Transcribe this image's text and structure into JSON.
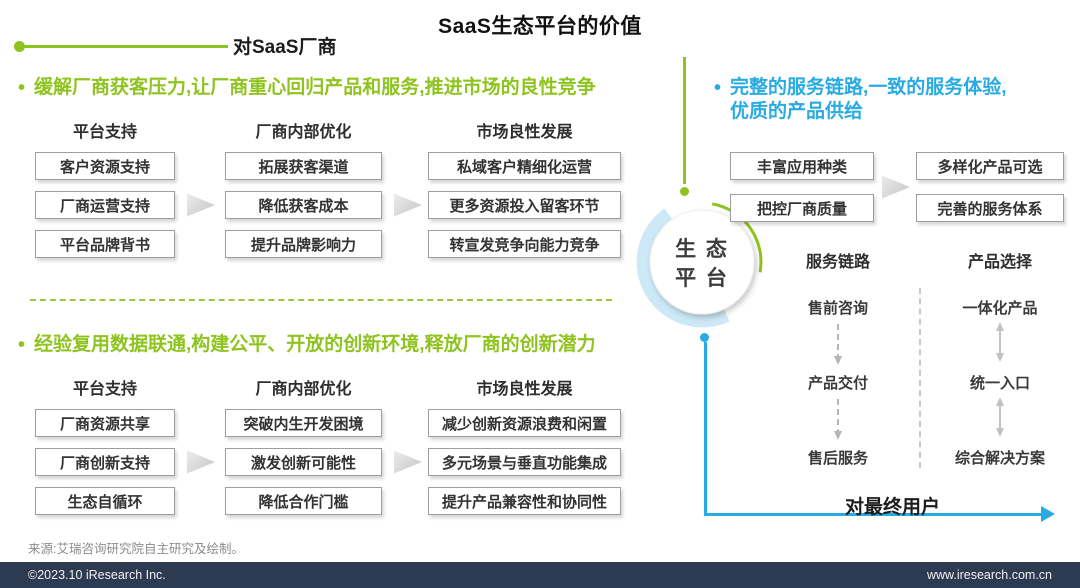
{
  "title": "SaaS生态平台的价值",
  "vendor_section": {
    "label": "对SaaS厂商",
    "groups": [
      {
        "headline": "缓解厂商获客压力,让厂商重心回归产品和服务,推进市场的良性竞争",
        "columns": [
          {
            "header": "平台支持",
            "items": [
              "客户资源支持",
              "厂商运营支持",
              "平台品牌背书"
            ]
          },
          {
            "header": "厂商内部优化",
            "items": [
              "拓展获客渠道",
              "降低获客成本",
              "提升品牌影响力"
            ]
          },
          {
            "header": "市场良性发展",
            "items": [
              "私域客户精细化运营",
              "更多资源投入留客环节",
              "转宣发竞争向能力竞争"
            ]
          }
        ]
      },
      {
        "headline": "经验复用数据联通,构建公平、开放的创新环境,释放厂商的创新潜力",
        "columns": [
          {
            "header": "平台支持",
            "items": [
              "厂商资源共享",
              "厂商创新支持",
              "生态自循环"
            ]
          },
          {
            "header": "厂商内部优化",
            "items": [
              "突破内生开发困境",
              "激发创新可能性",
              "降低合作门槛"
            ]
          },
          {
            "header": "市场良性发展",
            "items": [
              "减少创新资源浪费和闲置",
              "多元场景与垂直功能集成",
              "提升产品兼容性和协同性"
            ]
          }
        ]
      }
    ]
  },
  "center_circle": {
    "line1": "生 态",
    "line2": "平 台"
  },
  "user_section": {
    "label": "对最终用户",
    "headline_line1": "完整的服务链路,一致的服务体验,",
    "headline_line2": "优质的产品供给",
    "platform_boxes": [
      "丰富应用种类",
      "把控厂商质量"
    ],
    "benefit_boxes": [
      "多样化产品可选",
      "完善的服务体系"
    ],
    "service_chain": {
      "header": "服务链路",
      "steps": [
        "售前咨询",
        "产品交付",
        "售后服务"
      ]
    },
    "product_choice": {
      "header": "产品选择",
      "options": [
        "一体化产品",
        "统一入口",
        "综合解决方案"
      ]
    }
  },
  "colors": {
    "green": "#8fc31f",
    "blue": "#29abe2",
    "footer_bg": "#2c3a52"
  },
  "source_note": "来源:艾瑞咨询研究院自主研究及绘制。",
  "footer": {
    "copyright": "©2023.10 iResearch Inc.",
    "website": "www.iresearch.com.cn"
  }
}
